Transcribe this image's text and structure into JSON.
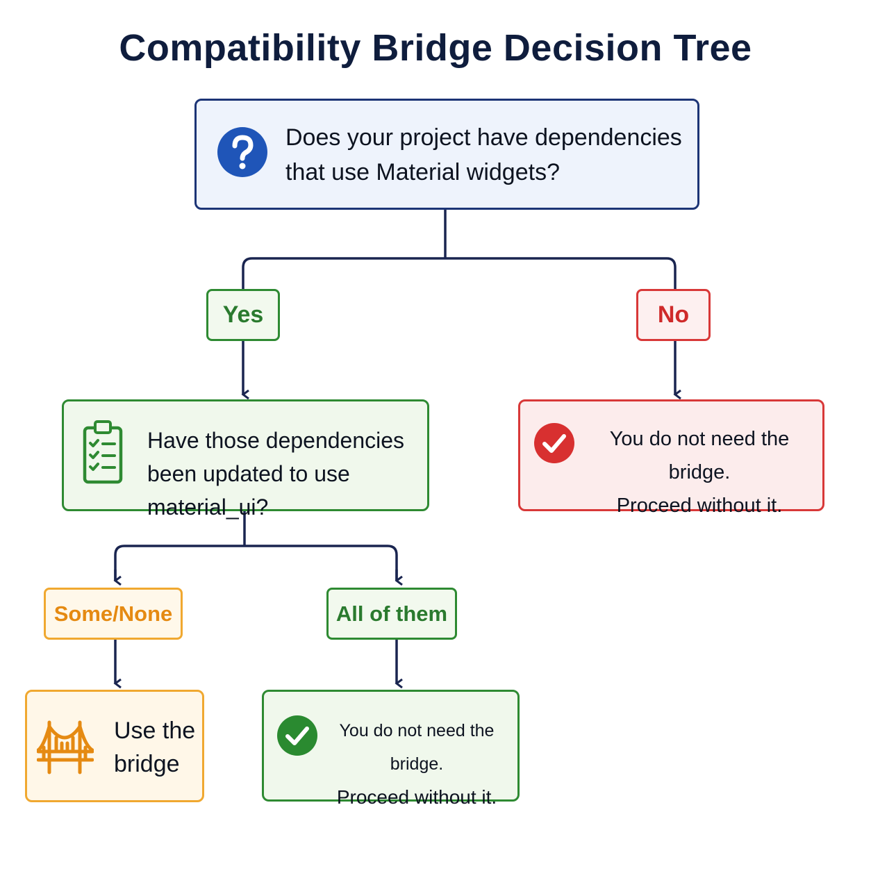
{
  "title": "Compatibility Bridge Decision Tree",
  "root": {
    "line1": "Does your project have dependencies",
    "line2": "that use Material widgets?",
    "icon": "question-icon"
  },
  "branch_yes": "Yes",
  "branch_no": "No",
  "question2": {
    "line1": "Have those dependencies",
    "line2": "been updated to use material_ui?",
    "icon": "clipboard-checklist-icon"
  },
  "result_no": {
    "line1": "You do not need the bridge.",
    "line2": "Proceed without it.",
    "icon": "check-circle-icon"
  },
  "branch_some": "Some/None",
  "branch_all": "All of them",
  "result_use": {
    "line1": "Use the",
    "line2": "bridge",
    "icon": "bridge-icon"
  },
  "result_all": {
    "line1": "You do not need the bridge.",
    "line2": "Proceed without it.",
    "icon": "check-circle-icon"
  },
  "colors": {
    "navy": "#1c3476",
    "green": "#2e8a32",
    "red": "#d83838",
    "orange": "#f0a830"
  }
}
